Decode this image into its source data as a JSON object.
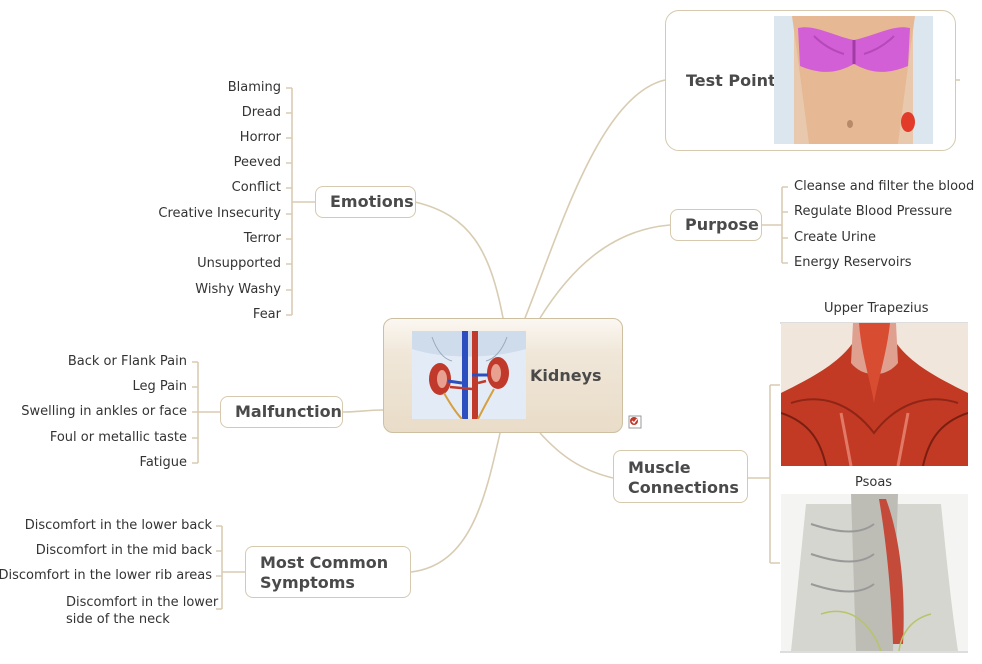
{
  "central": {
    "label": "Kidneys"
  },
  "branches": {
    "test_point": {
      "label": "Test Point"
    },
    "purpose": {
      "label": "Purpose",
      "items": [
        "Cleanse and filter the blood",
        "Regulate Blood Pressure",
        "Create Urine",
        "Energy Reservoirs"
      ]
    },
    "emotions": {
      "label": "Emotions",
      "items": [
        "Blaming",
        "Dread",
        "Horror",
        "Peeved",
        "Conflict",
        "Creative Insecurity",
        "Terror",
        "Unsupported",
        "Wishy Washy",
        "Fear"
      ]
    },
    "malfunction": {
      "label": "Malfunction",
      "items": [
        "Back or Flank Pain",
        "Leg Pain",
        "Swelling in ankles or face",
        "Foul or metallic taste",
        "Fatigue"
      ]
    },
    "symptoms": {
      "label_line1": "Most Common",
      "label_line2": "Symptoms",
      "items": [
        "Discomfort in the lower back",
        "Discomfort in the mid back",
        "Discomfort in the lower rib areas"
      ],
      "last_item_line1": "Discomfort in the lower",
      "last_item_line2": "side of the neck"
    },
    "muscles": {
      "label_line1": "Muscle",
      "label_line2": "Connections",
      "items": [
        "Upper Trapezius",
        "Psoas"
      ]
    }
  },
  "colors": {
    "connector": "#d6c9ad",
    "node_border": "#d6c9ad",
    "text": "#333333"
  }
}
